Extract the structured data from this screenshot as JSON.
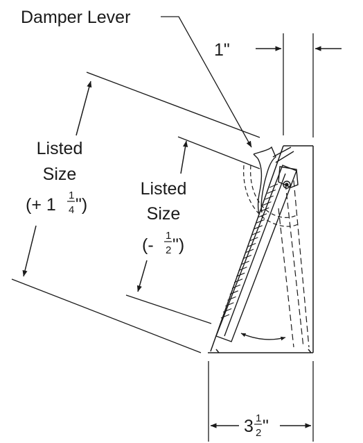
{
  "diagram": {
    "callout": "Damper Lever",
    "top_dimension": "1\"",
    "listed_size_plus": {
      "line1": "Listed",
      "line2": "Size",
      "open": "(+ 1",
      "frac_num": "1",
      "frac_den": "4",
      "close": "\")"
    },
    "listed_size_minus": {
      "line1": "Listed",
      "line2": "Size",
      "open": "(- ",
      "frac_num": "1",
      "frac_den": "2",
      "close": "\")"
    },
    "bottom_dimension": {
      "whole": "3",
      "frac_num": "1",
      "frac_den": "2",
      "unit": "\""
    }
  }
}
